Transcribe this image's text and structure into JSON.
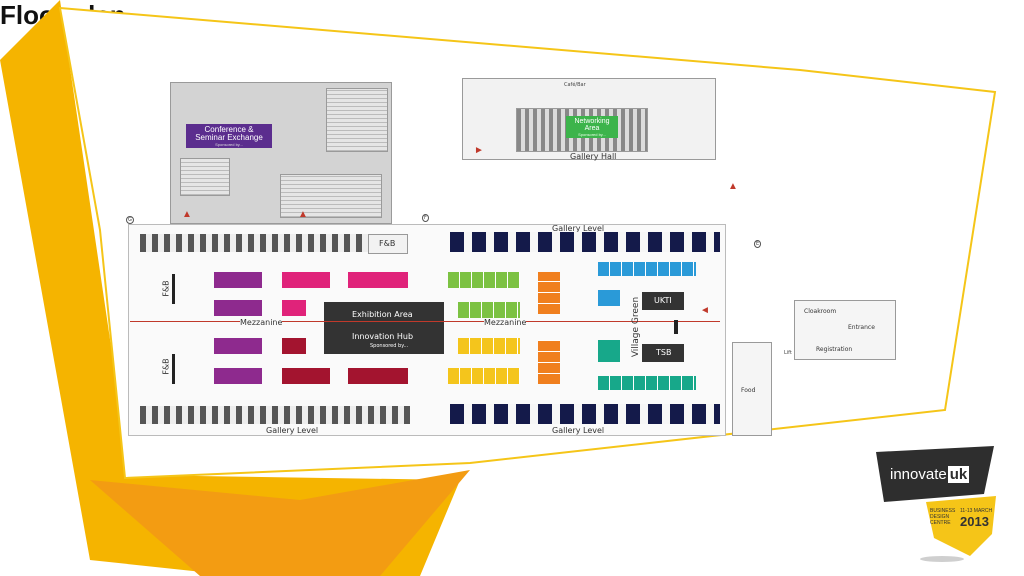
{
  "slide": {
    "title": "Floor plan"
  },
  "plan": {
    "conference": {
      "title_line1": "Conference &",
      "title_line2": "Seminar Exchange",
      "sponsor": "Sponsored by..."
    },
    "networking": {
      "title_line1": "Networking",
      "title_line2": "Area",
      "sponsor": "Sponsored by..."
    },
    "gallery_hall": "Gallery Hall",
    "gallery_level_top": "Gallery Level",
    "gallery_level_bottom_left": "Gallery Level",
    "gallery_level_bottom_right": "Gallery Level",
    "mezzanine_left": "Mezzanine",
    "mezzanine_right": "Mezzanine",
    "exhibition_area": "Exhibition Area",
    "innovation_hub": "Innovation Hub",
    "innovation_sponsor": "Sponsored by...",
    "village_green": "Village Green",
    "ukti": "UKTI",
    "tsb": "TSB",
    "fb_top": "F&B",
    "fb_left_upper": "F&B",
    "fb_left_lower": "F&B",
    "cloakroom": "Cloakroom",
    "entrance": "Entrance",
    "registration": "Registration",
    "food": "Food",
    "lift": "Lift",
    "cafe": "Café/Bar",
    "marker_g": "G",
    "marker_f": "F",
    "marker_e": "E"
  },
  "logo": {
    "brand_prefix": "innovate",
    "brand_suffix": "uk",
    "event_line1": "BUSINESS",
    "event_line2": "DESIGN",
    "event_line3": "CENTRE",
    "dates": "11-13 MARCH",
    "year": "2013"
  },
  "colors": {
    "accent_yellow": "#f5b400",
    "accent_orange": "#f39c12",
    "conference_purple": "#5b2d8e",
    "networking_green": "#3cb44b",
    "exhibit_purple": "#8e2a8e",
    "exhibit_magenta": "#e0237a",
    "exhibit_crimson": "#a3142f",
    "exhibit_lime": "#7cc242",
    "exhibit_orange": "#f07f1e",
    "exhibit_yellow": "#f4c51c",
    "exhibit_blue": "#2a9ad8",
    "exhibit_teal": "#17a88a",
    "hub_dark": "#333333",
    "navy_booth": "#141a4a"
  }
}
